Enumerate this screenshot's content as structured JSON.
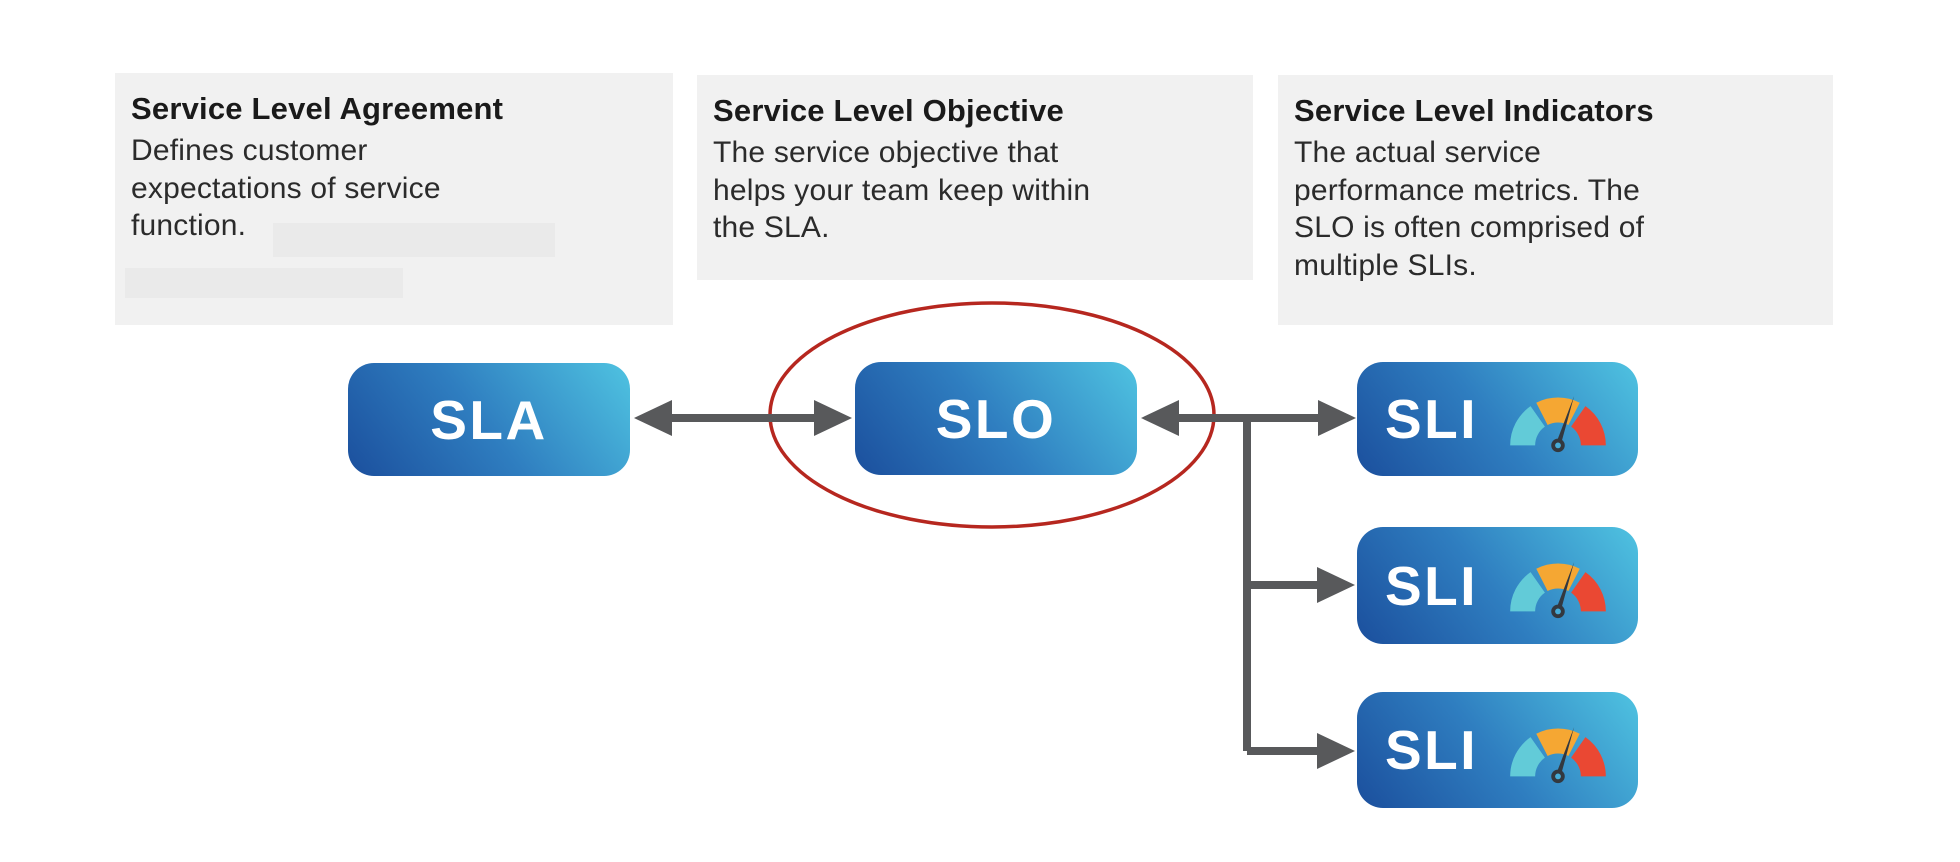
{
  "descriptions": [
    {
      "title": "Service Level Agreement",
      "lines": [
        "Defines customer",
        "expectations of service",
        "function."
      ],
      "has_redacted_text": true
    },
    {
      "title": "Service Level Objective",
      "lines": [
        "The service objective that",
        "helps your team keep within",
        "the SLA."
      ]
    },
    {
      "title": "Service Level Indicators",
      "lines": [
        "The actual service",
        "performance metrics. The",
        "SLO is often comprised of",
        "multiple SLIs."
      ]
    }
  ],
  "nodes": {
    "sla": {
      "label": "SLA"
    },
    "slo": {
      "label": "SLO",
      "highlighted": true
    },
    "sli1": {
      "label": "SLI",
      "icon": "gauge-icon"
    },
    "sli2": {
      "label": "SLI",
      "icon": "gauge-icon"
    },
    "sli3": {
      "label": "SLI",
      "icon": "gauge-icon"
    }
  },
  "annotations": {
    "highlight_ellipse": {
      "shape": "ellipse",
      "target": "SLO",
      "color": "#b6271f"
    }
  },
  "colors": {
    "node_gradient_dark": "#1b4f9d",
    "node_gradient_light": "#4fc3e1",
    "arrow_gray": "#58595b",
    "desc_background": "#f1f1f1",
    "redaction_gray": "#eaeaea",
    "gauge_teal": "#62cbd8",
    "gauge_orange": "#f5a733",
    "gauge_red": "#ea4833",
    "gauge_needle": "#33383f"
  }
}
